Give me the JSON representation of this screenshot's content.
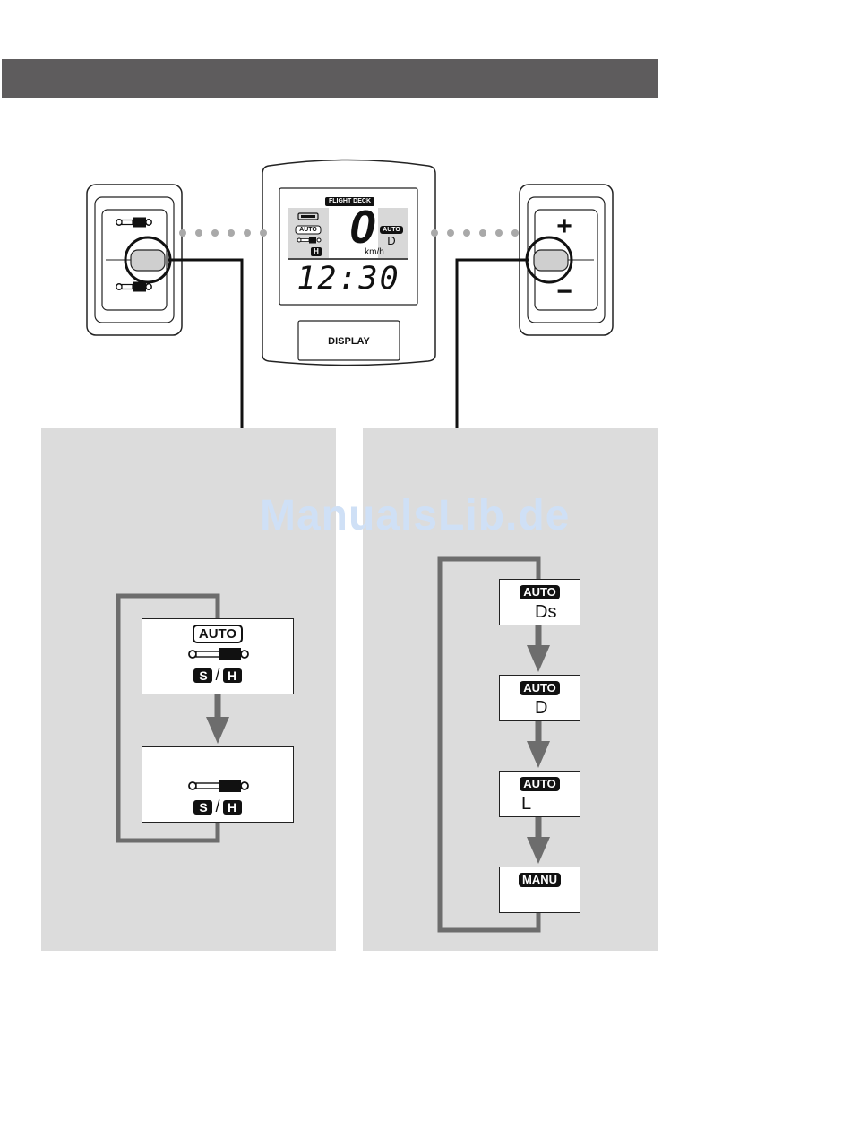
{
  "display_unit": {
    "brand_label": "FLIGHT DECK",
    "speed_value": "0",
    "speed_unit": "km/h",
    "clock": "12:30",
    "auto_badge": "AUTO",
    "gear_letter": "D",
    "small_auto": "AUTO",
    "small_h": "H",
    "button_label": "DISPLAY"
  },
  "right_switch": {
    "plus_label": "+",
    "minus_label": "−"
  },
  "left_panel": {
    "mode1": {
      "auto_label": "AUTO",
      "s_label": "S",
      "slash": "/",
      "h_label": "H"
    },
    "mode2": {
      "s_label": "S",
      "slash": "/",
      "h_label": "H"
    }
  },
  "right_panel": {
    "modes": [
      {
        "badge": "AUTO",
        "gear": "Ds"
      },
      {
        "badge": "AUTO",
        "gear": "D"
      },
      {
        "badge": "AUTO",
        "gear": "L"
      },
      {
        "badge": "MANU",
        "gear": ""
      }
    ]
  },
  "watermark": "ManualsLib.de",
  "colors": {
    "header": "#5e5c5d",
    "panel": "#dcdcdc",
    "arrow": "#6d6d6d",
    "watermark": "#cfe0f6"
  }
}
